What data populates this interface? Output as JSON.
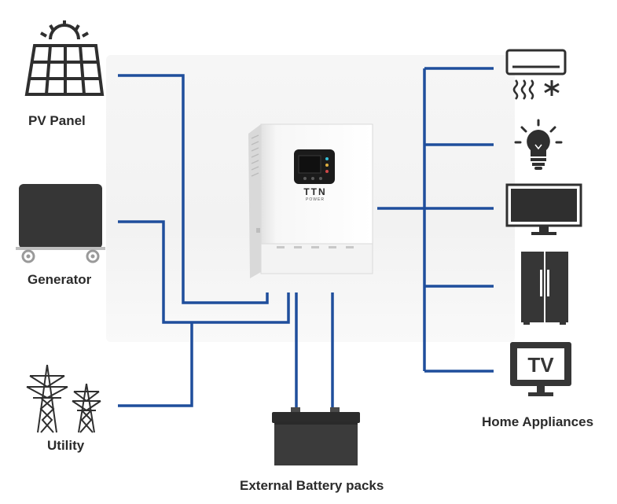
{
  "labels": {
    "pv_panel": "PV Panel",
    "generator": "Generator",
    "utility": "Utility",
    "home_appliances": "Home Appliances",
    "battery": "External Battery packs"
  },
  "inverter": {
    "brand": "TTN",
    "subbrand": "POWER"
  },
  "tv_text": "TV",
  "colors": {
    "wire": "#1f4e9c",
    "icon": "#2f2f2f",
    "inverter_body": "#ffffff"
  },
  "icons": [
    "solar-panel-icon",
    "generator-icon",
    "power-tower-icon",
    "air-conditioner-icon",
    "light-bulb-icon",
    "monitor-icon",
    "refrigerator-icon",
    "television-icon",
    "battery-icon"
  ]
}
